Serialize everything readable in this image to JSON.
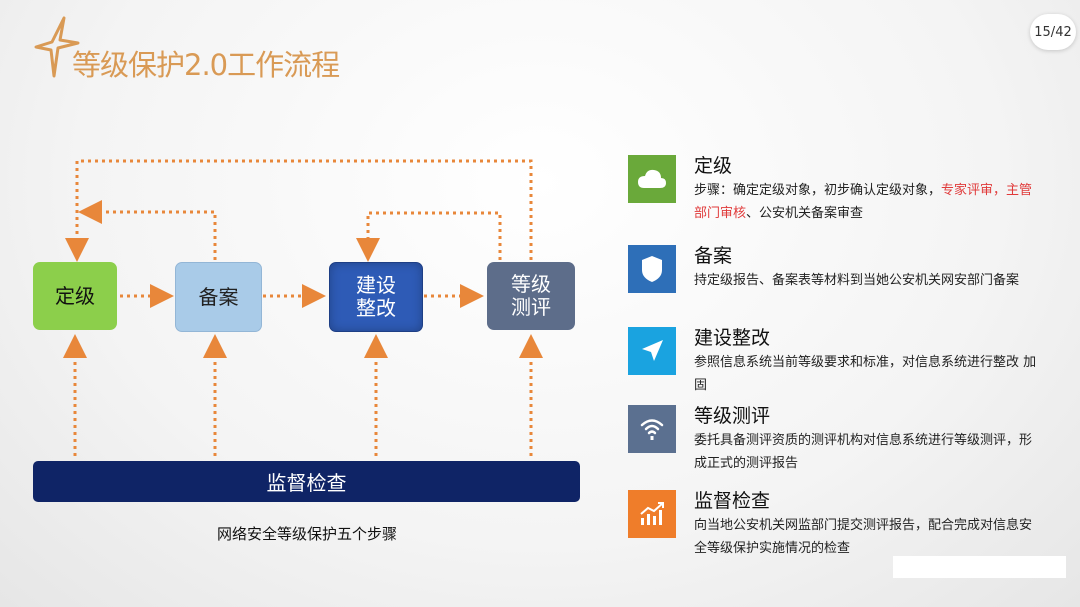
{
  "header": {
    "title": "等级保护2.0工作流程",
    "page_indicator": "15/42"
  },
  "diagram": {
    "steps": [
      "定级",
      "备案",
      "建设\n整改",
      "等级\n测评"
    ],
    "supervision": "监督检查",
    "caption": "网络安全等级保护五个步骤"
  },
  "details": [
    {
      "title": "定级",
      "icon": "cloud-icon",
      "color": "#6aa93a",
      "desc_parts": [
        {
          "text": "步骤：确定定级对象，初步确认定级对象，",
          "highlight": false
        },
        {
          "text": "专家评审，主管部门审核",
          "highlight": true
        },
        {
          "text": "、公安机关备案审查",
          "highlight": false
        }
      ]
    },
    {
      "title": "备案",
      "icon": "shield-icon",
      "color": "#2e6fb8",
      "desc_parts": [
        {
          "text": "持定级报告、备案表等材料到当她公安机关网安部门备案",
          "highlight": false
        }
      ]
    },
    {
      "title": "建设整改",
      "icon": "send-arrow-icon",
      "color": "#1aa3e0",
      "desc_parts": [
        {
          "text": "参照信息系统当前等级要求和标准，对信息系统进行整改 加固",
          "highlight": false
        }
      ]
    },
    {
      "title": "等级测评",
      "icon": "wifi-icon",
      "color": "#5b7090",
      "desc_parts": [
        {
          "text": "委托具备测评资质的测评机构对信息系统进行等级测评，形成正式的测评报告",
          "highlight": false
        }
      ]
    },
    {
      "title": "监督检查",
      "icon": "chart-up-icon",
      "color": "#ef7d2a",
      "desc_parts": [
        {
          "text": "向当地公安机关网监部门提交测评报告，配合完成对信息安全等级保护实施情况的检查",
          "highlight": false
        }
      ]
    }
  ],
  "colors": {
    "arrow": "#e8873a",
    "title": "#d99a55"
  }
}
